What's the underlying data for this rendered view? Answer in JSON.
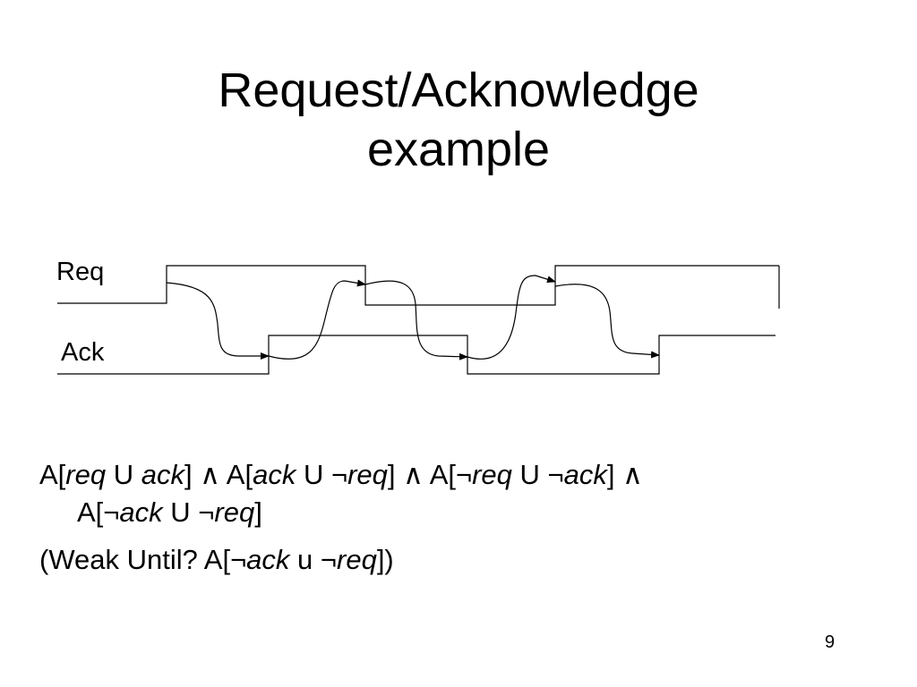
{
  "slide": {
    "title_line1": "Request/Acknowledge",
    "title_line2": "example",
    "page_number": "9"
  },
  "diagram": {
    "signals": [
      {
        "name": "Req",
        "label": "Req"
      },
      {
        "name": "Ack",
        "label": "Ack"
      }
    ]
  },
  "formula": {
    "line1": [
      {
        "t": "A[",
        "i": false
      },
      {
        "t": "req",
        "i": true
      },
      {
        "t": " U ",
        "i": false
      },
      {
        "t": "ack",
        "i": true
      },
      {
        "t": "] ∧ A[",
        "i": false
      },
      {
        "t": "ack",
        "i": true
      },
      {
        "t": " U ¬",
        "i": false
      },
      {
        "t": "req",
        "i": true
      },
      {
        "t": "] ∧ A[¬",
        "i": false
      },
      {
        "t": "req",
        "i": true
      },
      {
        "t": " U ¬",
        "i": false
      },
      {
        "t": "ack",
        "i": true
      },
      {
        "t": "] ∧",
        "i": false
      }
    ],
    "line2": [
      {
        "t": "A[¬",
        "i": false
      },
      {
        "t": "ack",
        "i": true
      },
      {
        "t": " U ¬",
        "i": false
      },
      {
        "t": "req",
        "i": true
      },
      {
        "t": "]",
        "i": false
      }
    ],
    "line3": [
      {
        "t": "(Weak Until? A[¬",
        "i": false
      },
      {
        "t": "ack",
        "i": true
      },
      {
        "t": " u ¬",
        "i": false
      },
      {
        "t": "req",
        "i": true
      },
      {
        "t": "])",
        "i": false
      }
    ]
  }
}
